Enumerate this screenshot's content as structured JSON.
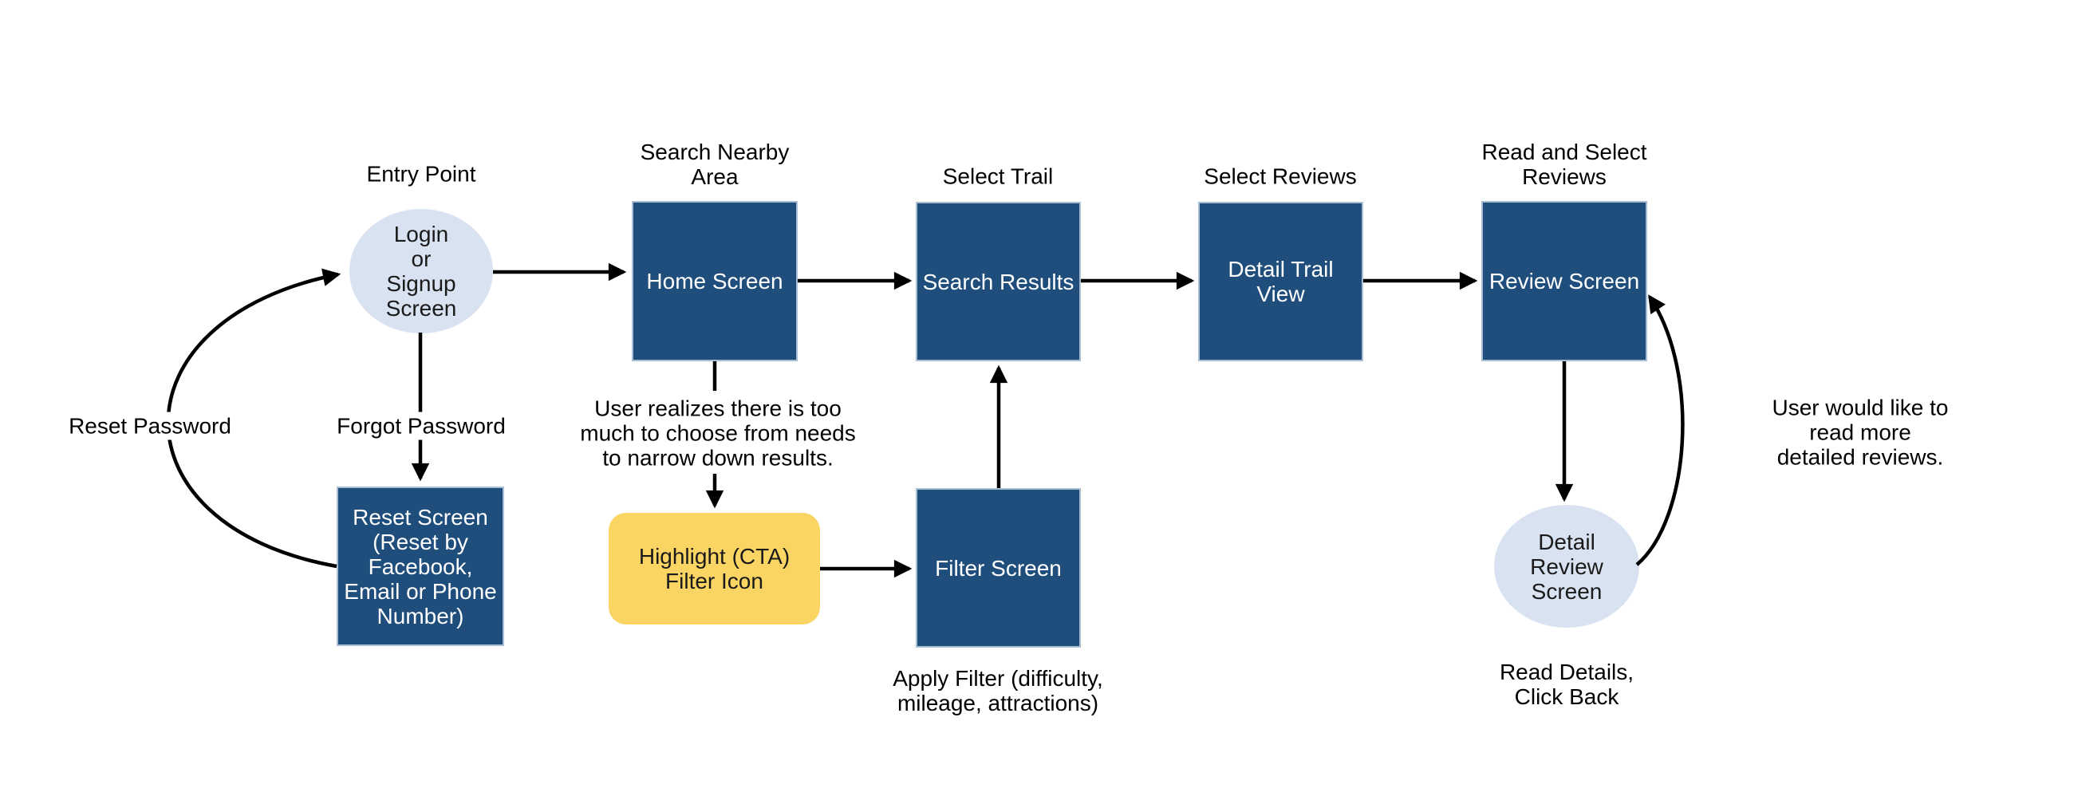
{
  "diagram": {
    "nodes": {
      "login_signup": {
        "label": "Login\nor\nSignup\nScreen",
        "shape": "ellipse"
      },
      "home": {
        "label": "Home Screen",
        "shape": "box"
      },
      "search_results": {
        "label": "Search Results",
        "shape": "box"
      },
      "detail_trail": {
        "label": "Detail Trail\nView",
        "shape": "box"
      },
      "review": {
        "label": "Review Screen",
        "shape": "box"
      },
      "reset": {
        "label": "Reset Screen\n(Reset by\nFacebook,\nEmail or Phone\nNumber)",
        "shape": "box"
      },
      "highlight_cta": {
        "label": "Highlight (CTA)\nFilter Icon",
        "shape": "rounded-highlight"
      },
      "filter": {
        "label": "Filter Screen",
        "shape": "box"
      },
      "detail_review": {
        "label": "Detail\nReview\nScreen",
        "shape": "ellipse"
      }
    },
    "annotations": {
      "entry_point": "Entry Point",
      "search_nearby": "Search Nearby\nArea",
      "select_trail": "Select Trail",
      "select_reviews": "Select Reviews",
      "read_select_reviews": "Read and Select\nReviews",
      "reset_password": "Reset Password",
      "forgot_password": "Forgot Password",
      "too_much": "User realizes there is too\nmuch to choose from needs\nto narrow down results.",
      "apply_filter": "Apply Filter (difficulty,\nmileage, attractions)",
      "read_more": "User would like to read more\ndetailed reviews.",
      "read_details": "Read Details,\nClick Back"
    },
    "colors": {
      "box_fill": "#1F4E7C",
      "box_border": "#A9BDD3",
      "ellipse_fill": "#D9E2F0",
      "highlight_fill": "#FBD563",
      "box_text": "#FFFFFF",
      "text": "#000000",
      "arrow": "#000000"
    }
  }
}
